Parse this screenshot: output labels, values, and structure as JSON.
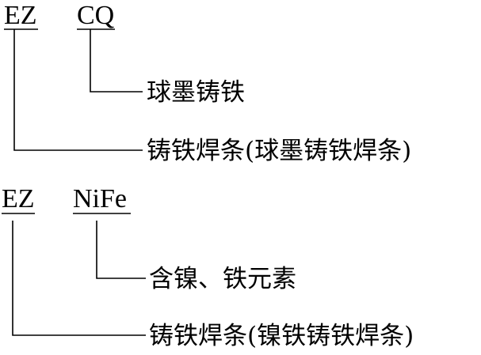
{
  "diagrams": [
    {
      "codes": [
        "EZ",
        "CQ"
      ],
      "meanings": [
        "球墨铸铁",
        "铸铁焊条(球墨铸铁焊条)"
      ]
    },
    {
      "codes": [
        "EZ",
        "NiFe"
      ],
      "meanings": [
        "含镍、铁元素",
        "铸铁焊条(镍铁铸铁焊条)"
      ]
    }
  ]
}
